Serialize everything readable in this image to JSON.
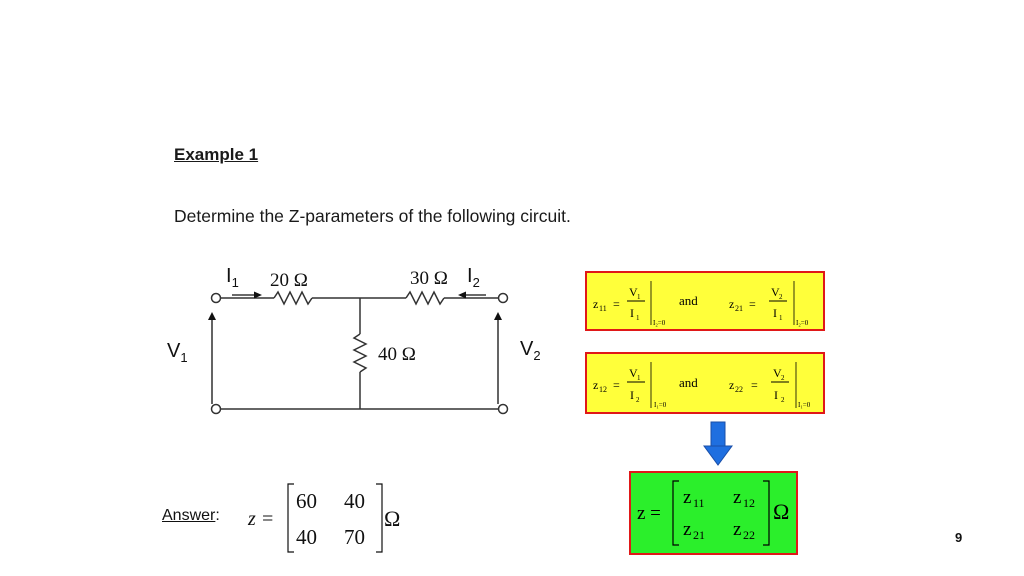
{
  "heading": "Example 1",
  "question": "Determine the Z-parameters of the following circuit.",
  "circuit": {
    "r1": "20 Ω",
    "r2": "30 Ω",
    "r3": "40 Ω",
    "i1": "I",
    "i1_sub": "1",
    "i2": "I",
    "i2_sub": "2",
    "v1": "V",
    "v1_sub": "1",
    "v2": "V",
    "v2_sub": "2"
  },
  "box1": {
    "lhs_a": "z",
    "lhs_a_sub": "11",
    "num_a": "V",
    "num_a_sub": "1",
    "den_a": "I",
    "den_a_sub": "1",
    "cond_a": "I₂=0",
    "and": "and",
    "lhs_b": "z",
    "lhs_b_sub": "21",
    "num_b": "V",
    "num_b_sub": "2",
    "den_b": "I",
    "den_b_sub": "1",
    "cond_b": "I₂=0"
  },
  "box2": {
    "lhs_a": "z",
    "lhs_a_sub": "12",
    "num_a": "V",
    "num_a_sub": "1",
    "den_a": "I",
    "den_a_sub": "2",
    "cond_a": "I₁=0",
    "and": "and",
    "lhs_b": "z",
    "lhs_b_sub": "22",
    "num_b": "V",
    "num_b_sub": "2",
    "den_b": "I",
    "den_b_sub": "2",
    "cond_b": "I₁=0"
  },
  "matrix_general": {
    "lhs": "z =",
    "a11": "z",
    "a11_sub": "11",
    "a12": "z",
    "a12_sub": "12",
    "a21": "z",
    "a21_sub": "21",
    "a22": "z",
    "a22_sub": "22",
    "unit": "Ω"
  },
  "answer": {
    "label": "Answer",
    "colon": ":",
    "lhs": "z =",
    "m11": "60",
    "m12": "40",
    "m21": "40",
    "m22": "70",
    "unit": "Ω"
  },
  "page_number": "9",
  "colors": {
    "red": "#e01818",
    "yellow": "#ffff3a",
    "green": "#2bef2b",
    "arrow_blue": "#1f6fe0"
  }
}
